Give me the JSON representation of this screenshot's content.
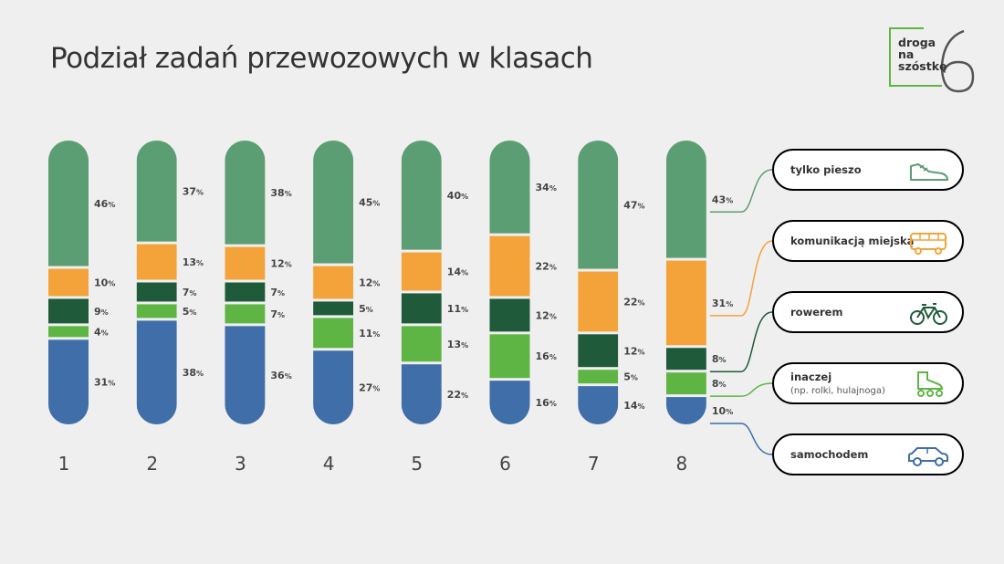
{
  "title": "Podział zadań przewozowych w klasach",
  "logo": {
    "line1": "droga",
    "line2": "na",
    "line3": "szóstkę"
  },
  "colors": {
    "tylko_pieszo": "#5c9e73",
    "komunikacja": "#f4a33a",
    "rowerem": "#1f5a3a",
    "inaczej": "#5fb544",
    "samochodem": "#3f6ea8"
  },
  "legend": [
    {
      "key": "tylko_pieszo",
      "label": "tylko pieszo",
      "icon": "shoe-icon"
    },
    {
      "key": "komunikacja",
      "label": "komunikacją miejską",
      "icon": "bus-icon"
    },
    {
      "key": "rowerem",
      "label": "rowerem",
      "icon": "bicycle-icon"
    },
    {
      "key": "inaczej",
      "label": "inaczej",
      "sublabel": "(np. rolki, hulajnoga)",
      "icon": "rollerskate-icon"
    },
    {
      "key": "samochodem",
      "label": "samochodem",
      "icon": "car-icon"
    }
  ],
  "chart_data": {
    "type": "bar",
    "stacked": true,
    "categories": [
      "1",
      "2",
      "3",
      "4",
      "5",
      "6",
      "7",
      "8"
    ],
    "unit": "%",
    "series": [
      {
        "name": "tylko pieszo",
        "values": [
          46,
          37,
          38,
          45,
          40,
          34,
          47,
          43
        ]
      },
      {
        "name": "komunikacją miejską",
        "values": [
          10,
          13,
          12,
          12,
          14,
          22,
          22,
          31
        ]
      },
      {
        "name": "rowerem",
        "values": [
          9,
          7,
          7,
          5,
          11,
          12,
          12,
          8
        ]
      },
      {
        "name": "inaczej",
        "values": [
          4,
          5,
          7,
          11,
          13,
          16,
          5,
          8
        ]
      },
      {
        "name": "samochodem",
        "values": [
          31,
          38,
          36,
          27,
          22,
          16,
          14,
          10
        ]
      }
    ]
  }
}
